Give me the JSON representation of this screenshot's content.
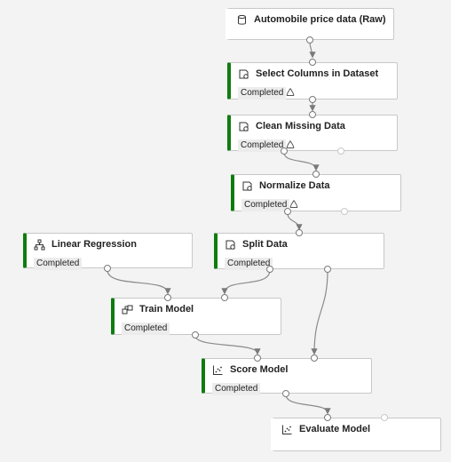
{
  "pipeline": {
    "nodes": [
      {
        "id": "auto",
        "title": "Automobile price data (Raw)",
        "status": "",
        "icon": "database-icon",
        "recycle": false
      },
      {
        "id": "select",
        "title": "Select Columns in Dataset",
        "status": "Completed",
        "icon": "dataset-gear-icon",
        "recycle": true
      },
      {
        "id": "clean",
        "title": "Clean Missing Data",
        "status": "Completed",
        "icon": "dataset-gear-icon",
        "recycle": true
      },
      {
        "id": "normalize",
        "title": "Normalize Data",
        "status": "Completed",
        "icon": "dataset-gear-icon",
        "recycle": true
      },
      {
        "id": "linreg",
        "title": "Linear Regression",
        "status": "Completed",
        "icon": "hierarchy-icon",
        "recycle": false
      },
      {
        "id": "split",
        "title": "Split Data",
        "status": "Completed",
        "icon": "dataset-gear-icon",
        "recycle": false
      },
      {
        "id": "train",
        "title": "Train Model",
        "status": "Completed",
        "icon": "train-model-icon",
        "recycle": false
      },
      {
        "id": "score",
        "title": "Score Model",
        "status": "Completed",
        "icon": "scatter-icon",
        "recycle": false
      },
      {
        "id": "evaluate",
        "title": "Evaluate Model",
        "status": "",
        "icon": "scatter-icon",
        "recycle": false
      }
    ]
  },
  "colors": {
    "completed_bar": "#107c10",
    "canvas_bg": "#f3f3f3",
    "edge": "#8a8a8a"
  }
}
